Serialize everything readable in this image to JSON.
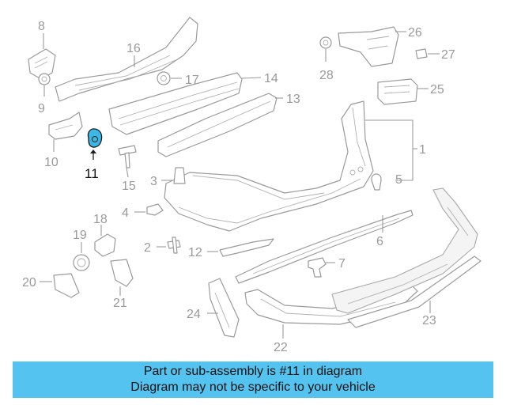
{
  "diagram": {
    "highlighted_part": "11",
    "callouts": [
      "1",
      "2",
      "3",
      "4",
      "5",
      "6",
      "7",
      "8",
      "9",
      "10",
      "11",
      "12",
      "13",
      "14",
      "15",
      "16",
      "17",
      "18",
      "19",
      "20",
      "21",
      "22",
      "23",
      "24",
      "25",
      "26",
      "27",
      "28"
    ]
  },
  "banner": {
    "line1": "Part or sub-assembly is #11 in diagram",
    "line2": "Diagram may not be specific to your vehicle",
    "color": "#55c3ef"
  },
  "colors": {
    "highlight": "#3bb8e6",
    "line_art": "#9a9a9a"
  }
}
